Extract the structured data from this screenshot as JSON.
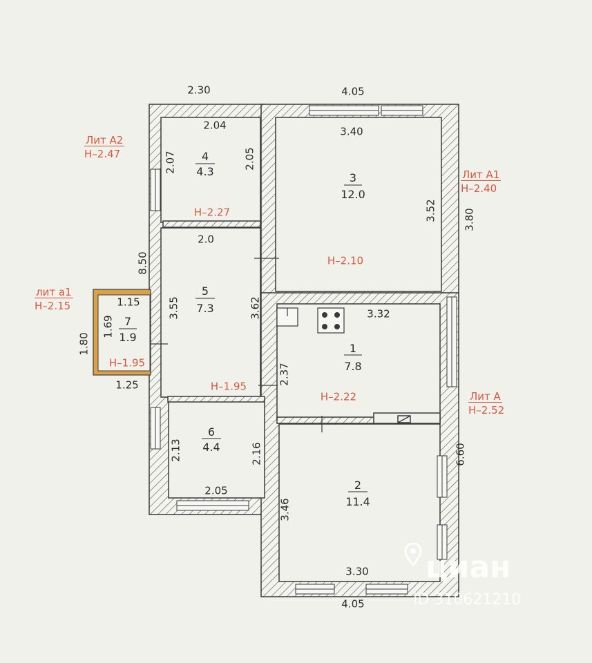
{
  "rooms": [
    {
      "number": "4",
      "area": "4.3"
    },
    {
      "number": "3",
      "area": "12.0"
    },
    {
      "number": "5",
      "area": "7.3"
    },
    {
      "number": "7",
      "area": "1.9"
    },
    {
      "number": "1",
      "area": "7.8"
    },
    {
      "number": "6",
      "area": "4.4"
    },
    {
      "number": "2",
      "area": "11.4"
    }
  ],
  "dimensions": {
    "top_left_outer": "2.30",
    "top_right_outer": "4.05",
    "room4_width": "2.04",
    "room4_height_left": "2.07",
    "room4_height_right": "2.05",
    "room3_width": "3.40",
    "room3_height": "3.52",
    "right_outer_top": "3.80",
    "room5_width": "2.0",
    "left_outer": "8.50",
    "room5_height_left": "3.55",
    "room5_height_right": "3.62",
    "room7_width_top": "1.15",
    "room7_height": "1.69",
    "room7_outer_height": "1.80",
    "room7_outer_width": "1.25",
    "room1_width": "3.32",
    "room1_height": "2.37",
    "room6_height_left": "2.13",
    "room6_height_right": "2.16",
    "room6_width": "2.05",
    "right_outer_bottom": "6.60",
    "room2_height": "3.46",
    "room2_width": "3.30",
    "bottom_outer": "4.05"
  },
  "heights": {
    "h_room4": "H–2.27",
    "h_room3": "H–2.10",
    "h_room5": "H–1.95",
    "h_room7": "H–1.95",
    "h_room1": "H–2.22"
  },
  "lit_labels": [
    {
      "name": "Лит  А2",
      "height": "Н–2.47"
    },
    {
      "name": "Лит  А1",
      "height": "Н–2.40"
    },
    {
      "name": "лит  а1",
      "height": "Н–2.15"
    },
    {
      "name": "Лит  А",
      "height": "Н–2.52"
    }
  ],
  "watermark": {
    "brand": "циан",
    "id": "ID 310621210"
  },
  "colors": {
    "wall": "#3a3a3a",
    "paper": "#f1f1ec",
    "accent": "#d9573e",
    "annex": "#d9a24a"
  }
}
